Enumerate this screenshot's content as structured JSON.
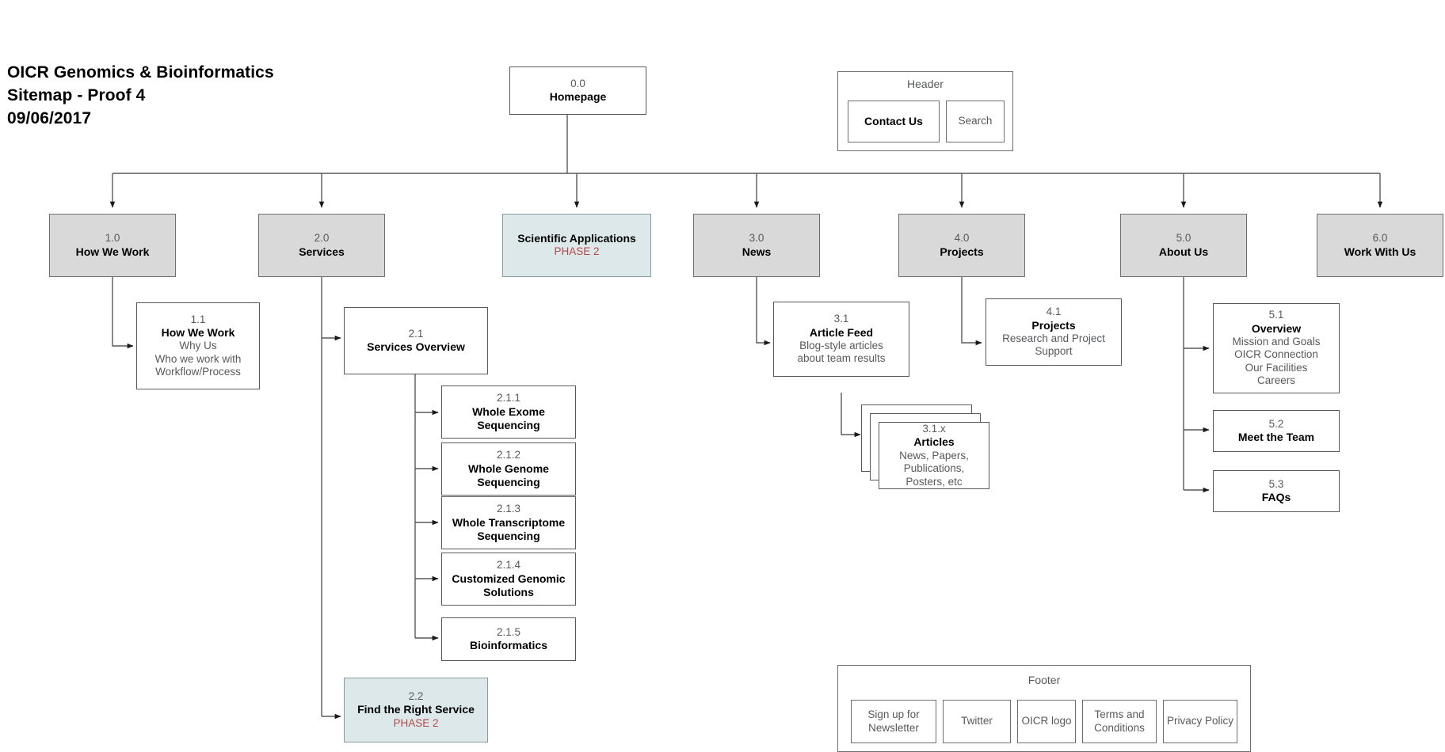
{
  "document": {
    "title_lines": [
      "OICR Genomics & Bioinformatics",
      "Sitemap - Proof 4",
      "09/06/2017"
    ],
    "org": "OICR Genomics & Bioinformatics",
    "proof": "Sitemap - Proof 4",
    "date": "09/06/2017"
  },
  "colors": {
    "level1_fill": "#d9d9d9",
    "phase_fill": "#dde8ea",
    "phase_text": "#b24a4a",
    "box_stroke": "#58595b",
    "num_text": "#58595b",
    "title_text": "#000000",
    "background": "#ffffff"
  },
  "root": {
    "num": "0.0",
    "title": "Homepage"
  },
  "header_group": {
    "label": "Header",
    "items": [
      {
        "label": "Contact Us",
        "emphasis": "bold"
      },
      {
        "label": "Search",
        "emphasis": "normal"
      }
    ]
  },
  "footer_group": {
    "label": "Footer",
    "items": [
      {
        "label": "Sign up for Newsletter"
      },
      {
        "label": "Twitter"
      },
      {
        "label": "OICR logo"
      },
      {
        "label": "Terms and Conditions"
      },
      {
        "label": "Privacy Policy"
      }
    ]
  },
  "level1": [
    {
      "num": "1.0",
      "title": "How We Work",
      "style": "gray"
    },
    {
      "num": "2.0",
      "title": "Services",
      "style": "gray"
    },
    {
      "num": "",
      "title": "Scientific Applications",
      "phase": "PHASE 2",
      "style": "phase"
    },
    {
      "num": "3.0",
      "title": "News",
      "style": "gray"
    },
    {
      "num": "4.0",
      "title": "Projects",
      "style": "gray"
    },
    {
      "num": "5.0",
      "title": "About Us",
      "style": "gray"
    },
    {
      "num": "6.0",
      "title": "Work With Us",
      "style": "gray"
    }
  ],
  "nodes": {
    "n11": {
      "num": "1.1",
      "title": "How We Work",
      "lines": [
        "Why Us",
        "Who we work with",
        "Workflow/Process"
      ]
    },
    "n21": {
      "num": "2.1",
      "title": "Services Overview",
      "lines": []
    },
    "n211": {
      "num": "2.1.1",
      "title": "Whole Exome Sequencing",
      "lines": []
    },
    "n212": {
      "num": "2.1.2",
      "title": "Whole Genome Sequencing",
      "lines": []
    },
    "n213": {
      "num": "2.1.3",
      "title": "Whole Transcriptome Sequencing",
      "lines": []
    },
    "n214": {
      "num": "2.1.4",
      "title": "Customized Genomic Solutions",
      "lines": []
    },
    "n215": {
      "num": "2.1.5",
      "title": "Bioinformatics",
      "lines": []
    },
    "n22": {
      "num": "2.2",
      "title": "Find the Right Service",
      "phase": "PHASE 2"
    },
    "n31": {
      "num": "3.1",
      "title": "Article Feed",
      "lines": [
        "Blog-style articles",
        "about team results"
      ]
    },
    "n31x": {
      "num": "3.1.x",
      "title": "Articles",
      "lines": [
        "News, Papers,",
        "Publications,",
        "Posters, etc"
      ]
    },
    "n41": {
      "num": "4.1",
      "title": "Projects",
      "lines": [
        "Research and Project",
        "Support"
      ]
    },
    "n51": {
      "num": "5.1",
      "title": "Overview",
      "lines": [
        "Mission and Goals",
        "OICR Connection",
        "Our Facilities",
        "Careers"
      ]
    },
    "n52": {
      "num": "5.2",
      "title": "Meet the Team",
      "lines": []
    },
    "n53": {
      "num": "5.3",
      "title": "FAQs",
      "lines": []
    }
  }
}
